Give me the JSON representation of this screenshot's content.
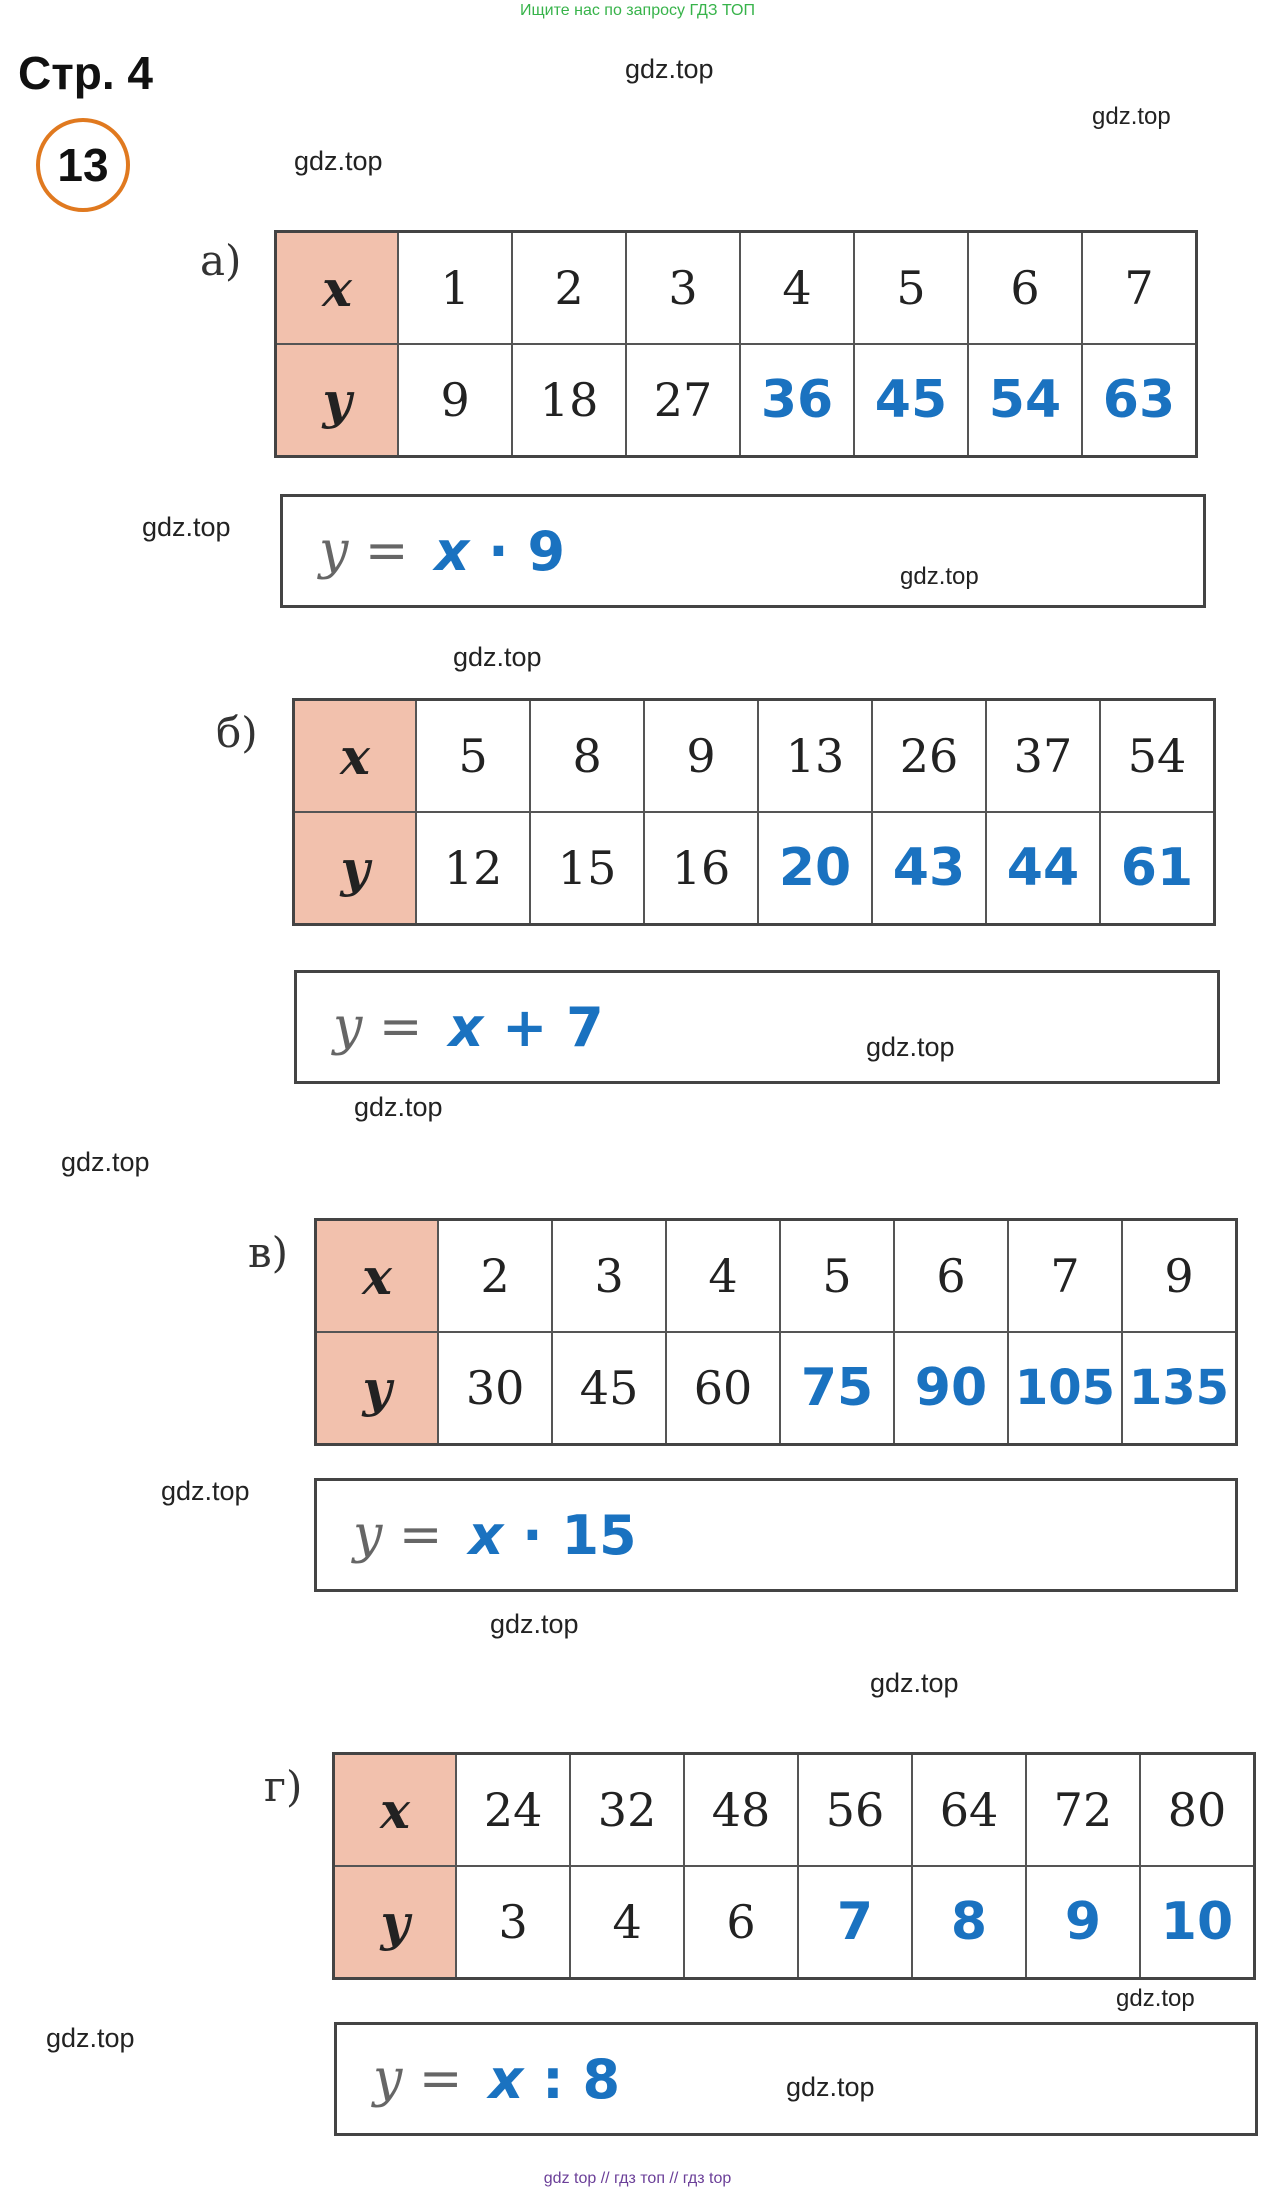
{
  "banner_top": "Ищите нас по запросу ГДЗ ТОП",
  "banner_bottom": "gdz top  //  гдз топ  //  гдз top",
  "page_title": "Стр. 4",
  "exercise_number": "13",
  "watermark": "gdz.top",
  "parts": [
    {
      "label": "а)",
      "x_header": "x",
      "y_header": "y",
      "x": [
        "1",
        "2",
        "3",
        "4",
        "5",
        "6",
        "7"
      ],
      "y": [
        "9",
        "18",
        "27",
        "36",
        "45",
        "54",
        "63"
      ],
      "answer_from_index": 3,
      "formula_lhs": "y =",
      "formula_var": "x",
      "formula_rest": " · 9"
    },
    {
      "label": "б)",
      "x_header": "x",
      "y_header": "y",
      "x": [
        "5",
        "8",
        "9",
        "13",
        "26",
        "37",
        "54"
      ],
      "y": [
        "12",
        "15",
        "16",
        "20",
        "43",
        "44",
        "61"
      ],
      "answer_from_index": 3,
      "formula_lhs": "y =",
      "formula_var": "x",
      "formula_rest": " + 7"
    },
    {
      "label": "в)",
      "x_header": "x",
      "y_header": "y",
      "x": [
        "2",
        "3",
        "4",
        "5",
        "6",
        "7",
        "9"
      ],
      "y": [
        "30",
        "45",
        "60",
        "75",
        "90",
        "105",
        "135"
      ],
      "answer_from_index": 3,
      "formula_lhs": "y =",
      "formula_var": "x",
      "formula_rest": " · 15"
    },
    {
      "label": "г)",
      "x_header": "x",
      "y_header": "y",
      "x": [
        "24",
        "32",
        "48",
        "56",
        "64",
        "72",
        "80"
      ],
      "y": [
        "3",
        "4",
        "6",
        "7",
        "8",
        "9",
        "10"
      ],
      "answer_from_index": 3,
      "formula_lhs": "y =",
      "formula_var": "x",
      "formula_rest": " : 8"
    }
  ],
  "colors": {
    "answer": "#1a72c0",
    "header_fill": "#f2c1ad",
    "badge_ring": "#e0791f",
    "banner_top": "#37b34a",
    "banner_bottom": "#6b3f98"
  }
}
